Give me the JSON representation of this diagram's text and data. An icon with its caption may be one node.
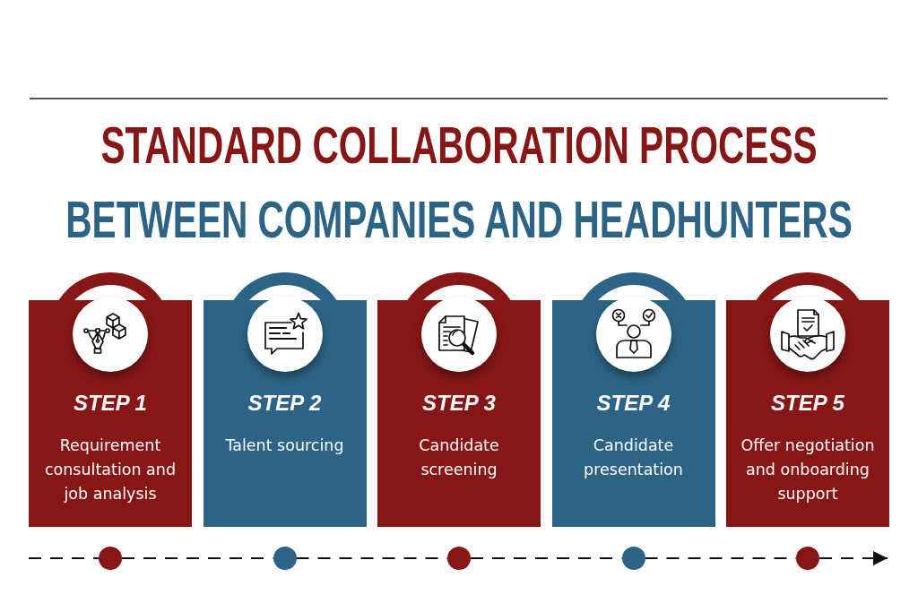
{
  "diagram": {
    "title": "STANDARD COLLABORATION PROCESS BETWEEN COMPANIES AND HEADHUNTERS",
    "nodes": [
      {
        "text": [
          "STEP 1",
          "Requirement consultation and job analysis"
        ]
      },
      {
        "text": [
          "STEP 2",
          "Talent sourcing"
        ]
      },
      {
        "text": [
          "STEP 3",
          "Candidate screening"
        ]
      },
      {
        "text": [
          "STEP 4",
          "Candidate presentation"
        ]
      },
      {
        "text": [
          "STEP 5",
          "Offer negotiation and onboarding support"
        ]
      },
      {
        "text": [],
        "shape": "circle"
      },
      {
        "text": [],
        "shape": "circle"
      },
      {
        "text": [],
        "shape": "circle"
      },
      {
        "text": [],
        "shape": "circle"
      },
      {
        "text": [],
        "shape": "circle"
      }
    ],
    "edges": [
      {
        "from": null,
        "to": 5,
        "arrow": "none",
        "style": "dashed"
      },
      {
        "from": 5,
        "to": 6,
        "arrow": "none",
        "style": "dashed"
      },
      {
        "from": 6,
        "to": 7,
        "arrow": "none",
        "style": "dashed"
      },
      {
        "from": 7,
        "to": 8,
        "arrow": "none",
        "style": "dashed"
      },
      {
        "from": 8,
        "to": 9,
        "arrow": "none",
        "style": "dashed"
      },
      {
        "from": 9,
        "to": null,
        "arrow": "to",
        "style": "dashed"
      }
    ]
  }
}
